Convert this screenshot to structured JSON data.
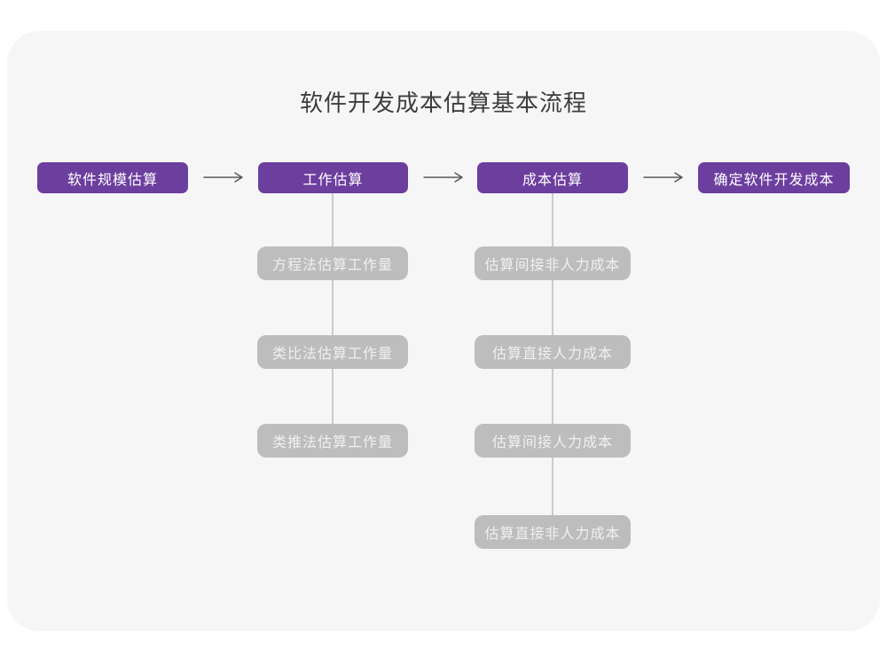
{
  "title": "软件开发成本估算基本流程",
  "flow": {
    "main_steps": [
      "软件规模估算",
      "工作估算",
      "成本估算",
      "确定软件开发成本"
    ],
    "work_substeps": [
      "方程法估算工作量",
      "类比法估算工作量",
      "类推法估算工作量"
    ],
    "cost_substeps": [
      "估算间接非人力成本",
      "估算直接人力成本",
      "估算间接人力成本",
      "估算直接非人力成本"
    ]
  },
  "colors": {
    "primary_purple": "#6C3E9E",
    "substep_gray": "#BDBDBD",
    "substep_text": "#F0F0F0",
    "card_bg": "#F6F6F6",
    "title_text": "#3D3D3D",
    "connector": "#CBCBCB",
    "arrow": "#595959"
  }
}
